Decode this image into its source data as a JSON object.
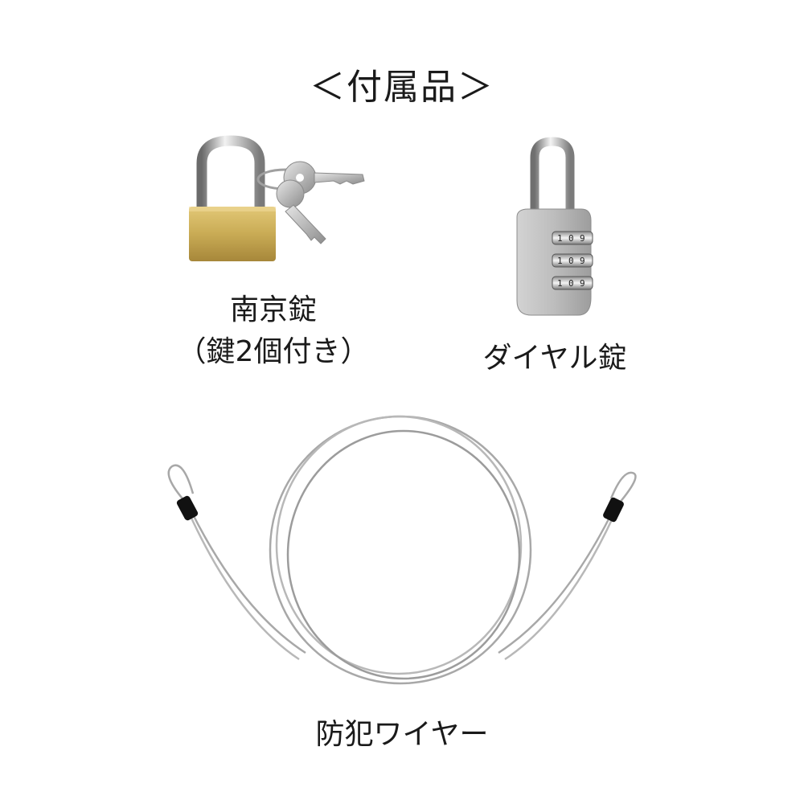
{
  "heading": "＜付属品＞",
  "items": [
    {
      "label_lines": [
        "南京錠",
        "（鍵2個付き）"
      ]
    },
    {
      "label_lines": [
        "ダイヤル錠"
      ]
    },
    {
      "label_lines": [
        "防犯ワイヤー"
      ]
    }
  ],
  "dial_digits": [
    "1",
    "0",
    "9"
  ],
  "colors": {
    "brass": "#c9ab55",
    "chrome": "#b8b8b8",
    "silver_body": "#b9b9b9",
    "wire": "#a8a8a8",
    "sleeve": "#111111"
  }
}
